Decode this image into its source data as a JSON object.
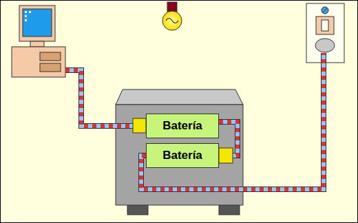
{
  "diagram": {
    "nodes": [
      {
        "text": [
          "Batería"
        ]
      },
      {
        "text": [
          "Batería"
        ]
      }
    ],
    "edges": [
      {
        "from": 0,
        "to": 1,
        "arrow": "none"
      }
    ]
  }
}
